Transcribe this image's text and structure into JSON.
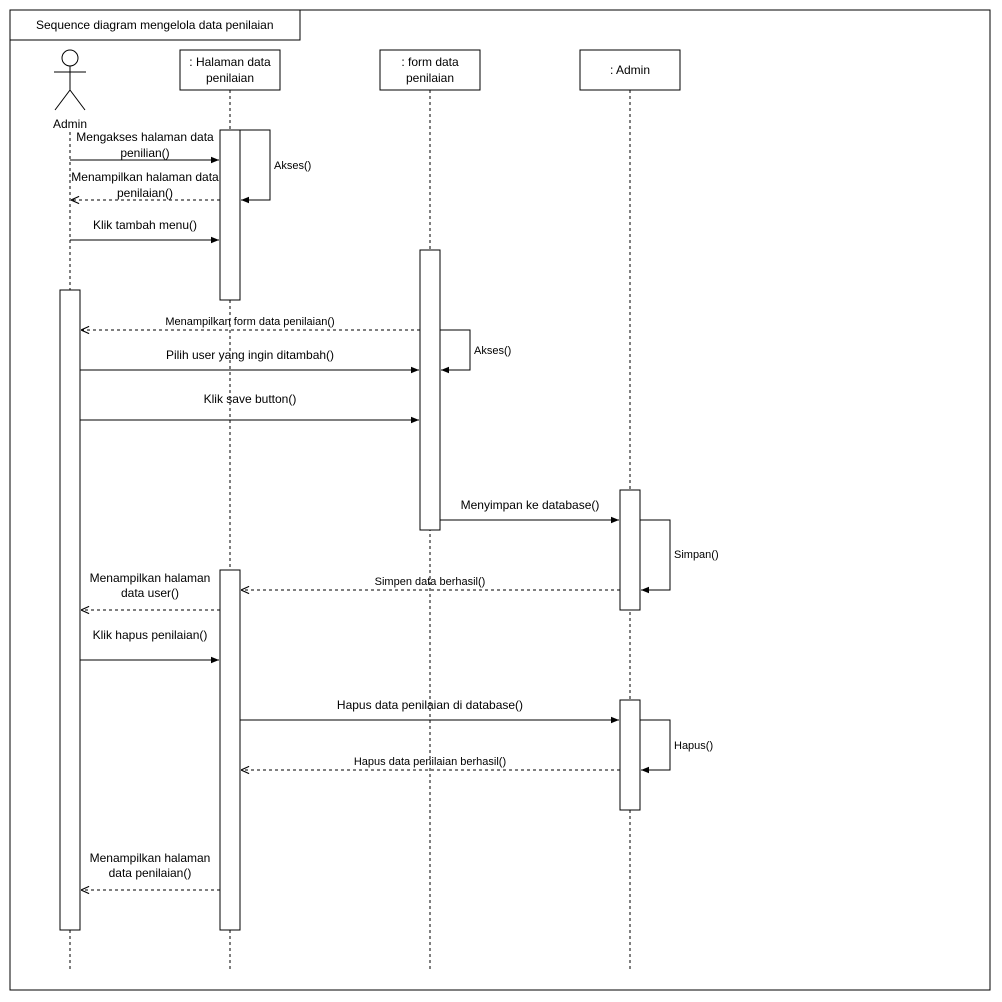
{
  "frame": {
    "title": "Sequence diagram mengelola data penilaian"
  },
  "actor": {
    "label": "Admin"
  },
  "participants": {
    "halaman": ": Halaman data|penilaian",
    "form": ": form data|penilaian",
    "admin": ": Admin"
  },
  "messages": {
    "m1": "Mengakses halaman data|penilian()",
    "m2": "Akses()",
    "m3": "Menampilkan halaman data|penilaian()",
    "m4": "Klik tambah menu()",
    "m5": "Menampilkan form data penilaian()",
    "m6": "Akses()",
    "m7": "Pilih user yang ingin ditambah()",
    "m8": "Klik save button()",
    "m9": "Menyimpan ke database()",
    "m10": "Simpan()",
    "m11": "Simpen data berhasil()",
    "m12": "Menampilkan halaman|data user()",
    "m13": "Klik hapus penilaian()",
    "m14": "Hapus data penilaian di database()",
    "m15": "Hapus()",
    "m16": "Hapus data penilaian berhasil()",
    "m17": "Menampilkan halaman|data penilaian()"
  }
}
